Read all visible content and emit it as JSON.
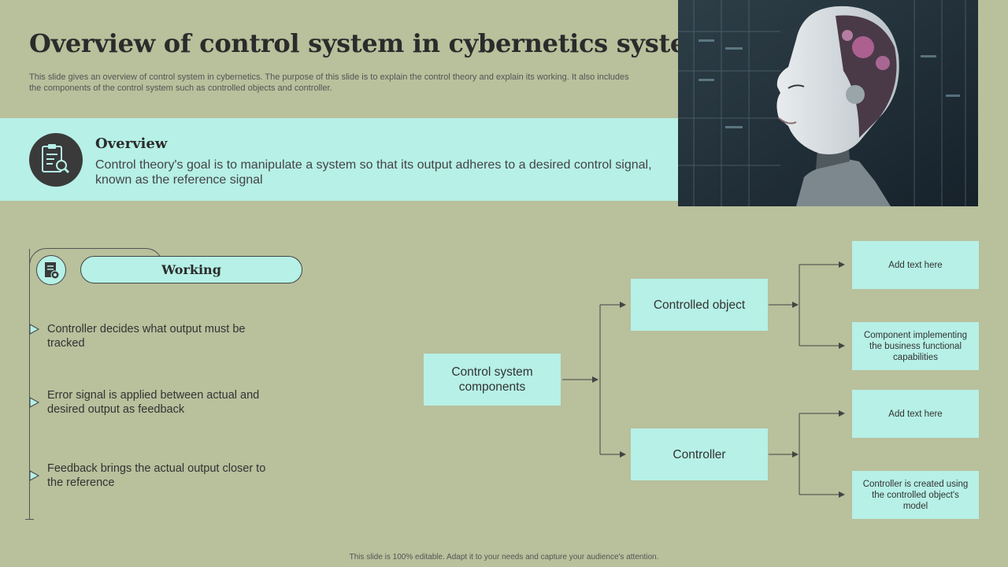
{
  "title": "Overview of control system in cybernetics system",
  "subtitle": "This slide gives an overview of control system in cybernetics. The purpose of this slide is to explain the control theory and explain its working. It also includes the components of the control system such as controlled objects and controller.",
  "overview": {
    "heading": "Overview",
    "text": "Control theory's goal is to manipulate a system so that its output adheres to a desired control signal, known as the reference signal",
    "icon": "clipboard-search-icon"
  },
  "working": {
    "heading": "Working",
    "icon": "document-gear-icon",
    "items": [
      "Controller decides what output must be tracked",
      "Error signal is applied between actual and desired output as feedback",
      "Feedback brings the actual output closer to the reference"
    ]
  },
  "diagram": {
    "root": "Control system components",
    "controlled_object": "Controlled object",
    "controller": "Controller",
    "co_child_1": "Add text here",
    "co_child_2": "Component implementing the business functional capabilities",
    "ctrl_child_1": "Add text here",
    "ctrl_child_2": "Controller is created using the controlled object's model"
  },
  "footer": "This slide is 100% editable. Adapt it to your needs and capture your audience's attention.",
  "colors": {
    "background": "#b8c09c",
    "accent": "#b6f0e6",
    "dark": "#3a3a3a"
  }
}
